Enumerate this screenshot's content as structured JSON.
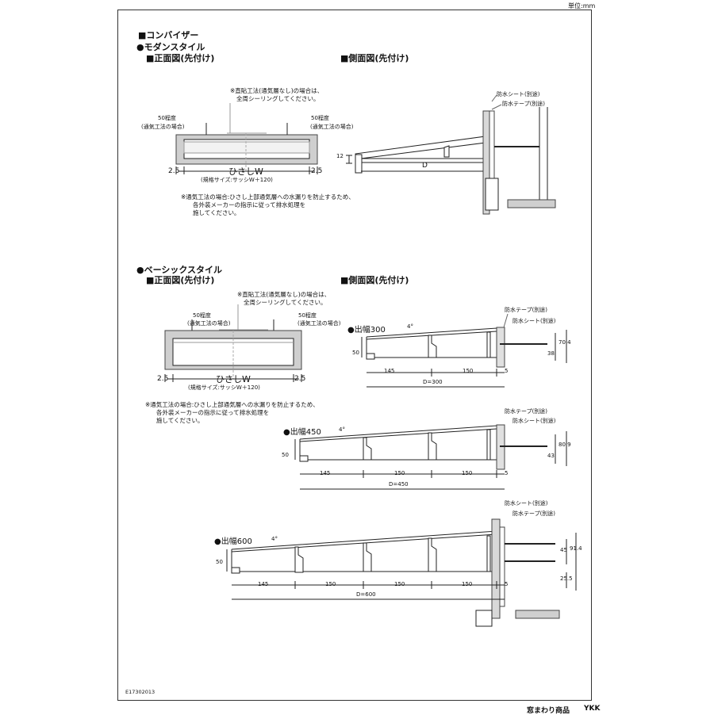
{
  "page": {
    "unit_label": "単位:mm",
    "doc_code": "E17302013",
    "footer_title": "窓まわり商品",
    "brand": "YKK"
  },
  "title": "■コンバイザー",
  "modern": {
    "style": "●モダンスタイル",
    "front_view": "■正面図(先付け)",
    "side_view": "■側面図(先付け)",
    "sealing_note": [
      "※直貼工法(通気層なし)の場合は、",
      "全周シーリングしてください。"
    ],
    "left_approx": "50程度",
    "left_approx_sub": "(通気工法の場合)",
    "right_approx": "50程度",
    "right_approx_sub": "(通気工法の場合)",
    "edge_left": "2.5",
    "edge_right": "2.5",
    "width_label": "ひさしW",
    "spec_size": "(規格サイズ:サッシW＋120)",
    "vent_note": [
      "※通気工法の場合:ひさし上部通気層への水漏りを防止するため、",
      "各外装メーカーの指示に従って排水処理を",
      "施してください。"
    ],
    "waterproof_sheet": "防水シート(別途)",
    "waterproof_tape": "防水テープ(別途)",
    "dim_12": "12",
    "dim_D": "D"
  },
  "basic": {
    "style": "●ベーシックスタイル",
    "front_view": "■正面図(先付け)",
    "side_view": "■側面図(先付け)",
    "sealing_note": [
      "※直貼工法(通気層なし)の場合は、",
      "全周シーリングしてください。"
    ],
    "left_approx": "50程度",
    "left_approx_sub": "(通気工法の場合)",
    "right_approx": "50程度",
    "right_approx_sub": "(通気工法の場合)",
    "edge_left": "2.5",
    "edge_right": "2.5",
    "width_label": "ひさしW",
    "spec_size": "(規格サイズ:サッシW＋120)",
    "vent_note": [
      "※通気工法の場合:ひさし上部通気層への水漏りを防止するため、",
      "各外装メーカーの指示に従って排水処理を",
      "施してください。"
    ],
    "p300": {
      "label": "●出幅300",
      "angle": "4°",
      "tape": "防水テープ(別途)",
      "sheet": "防水シート(別途)",
      "h50": "50",
      "d145": "145",
      "d150": "150",
      "d5": "5",
      "total": "D=300",
      "d38": "38",
      "d70": "70.4"
    },
    "p450": {
      "label": "●出幅450",
      "angle": "4°",
      "tape": "防水テープ(別途)",
      "sheet": "防水シート(別途)",
      "h50": "50",
      "d145": "145",
      "d150a": "150",
      "d150b": "150",
      "d5": "5",
      "total": "D=450",
      "d43": "43",
      "d80": "80.9"
    },
    "p600": {
      "label": "●出幅600",
      "angle": "4°",
      "sheet": "防水シート(別途)",
      "tape": "防水テープ(別途)",
      "h50": "50",
      "d145": "145",
      "d150a": "150",
      "d150b": "150",
      "d150c": "150",
      "d5": "5",
      "total": "D=600",
      "d45": "45",
      "d91": "91.4",
      "d25": "25.5"
    }
  }
}
